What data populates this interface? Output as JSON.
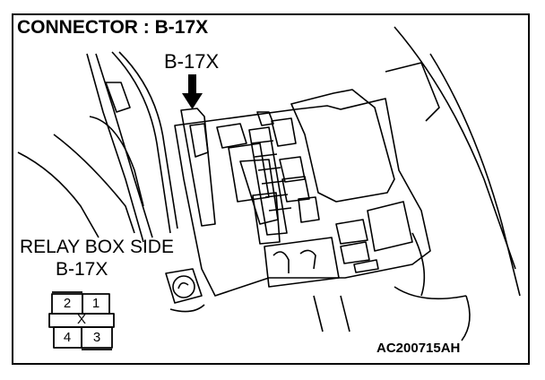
{
  "title": "CONNECTOR : B-17X",
  "callout_label": "B-17X",
  "side_view": {
    "title": "RELAY BOX SIDE",
    "code": "B-17X",
    "pins_top": [
      "2",
      "1"
    ],
    "pins_bottom": [
      "4",
      "3"
    ],
    "center_mark": "X"
  },
  "figure_id": "AC200715AH"
}
